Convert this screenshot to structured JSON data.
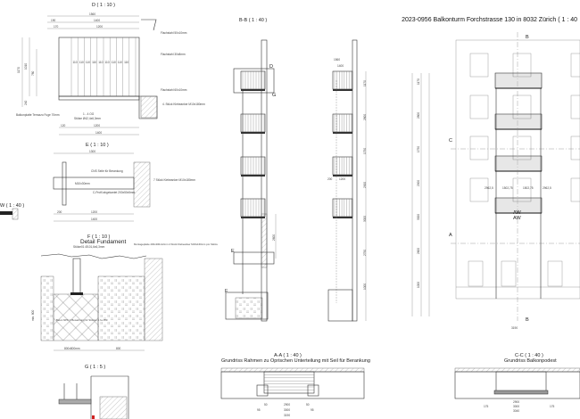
{
  "title": "2023-0956 Balkonturm Forchstrasse 130 in 8032 Zürich ( 1 : 40",
  "details": {
    "D": {
      "label": "D ( 1 : 10 )",
      "dims": [
        "1560",
        "190",
        "1400",
        "170",
        "1200",
        "1170",
        "1010",
        "780",
        "240",
        "120",
        "1200",
        "1400"
      ],
      "spacing": "110",
      "notes": [
        "Flachstahl 50x10mm",
        "Flachstahl 30x8mm",
        "Flachstahl 60x10mm",
        "4. Stück Klebeanker M10x180mm",
        "Balkonplatte Terrazzo Fuge 70mm",
        "1 - 4 OG",
        "Stütze Ø42,4x6,3mm"
      ]
    },
    "E": {
      "label": "E ( 1 : 10 )",
      "dims": [
        "1300",
        "200",
        "1200",
        "1400"
      ],
      "notes": [
        "CNS Seile für Berankung",
        "M10x30mm",
        "C-Profil abgekantet 200x50x5mm",
        "7 Stück Klebeanker M10x180mm"
      ]
    },
    "W": {
      "label": "W ( 1 : 40 )"
    },
    "F": {
      "label": "F ( 1 : 10 )",
      "subtitle": "Detail Fundament",
      "notes": [
        "Stütze01 Ø101,6x6,3mm",
        "Montageplatte 200x200x12mm 4 Stück Klebeanker M16x160mm pro Stütze",
        "Beton NPK C Bewehrung für Stützen s.f.a 150"
      ],
      "dims": [
        "800x800mm",
        "800",
        "min. 800"
      ]
    },
    "G": {
      "label": "G ( 1 : 5 )"
    }
  },
  "section_bb": {
    "label": "B-B ( 1 : 40 )",
    "markers": [
      "D",
      "G",
      "E",
      "F"
    ],
    "dims": [
      "2600",
      "1560",
      "1400",
      "1200",
      "200",
      "1170",
      "2800",
      "1750",
      "2900",
      "3000",
      "2750",
      "1000"
    ]
  },
  "elevation": {
    "markers": [
      "B",
      "B",
      "C",
      "A",
      "AW",
      "AW"
    ],
    "dims": [
      "1170",
      "2800",
      "1750",
      "2900",
      "3000",
      "2600",
      "1000",
      "3190",
      "2962,5",
      "1502,75"
    ]
  },
  "section_aa": {
    "label": "A-A ( 1 : 40 )",
    "subtitle": "Grundriss Rahmen zu Oprischen Unterteilung mit Seil für Berankung",
    "dims": [
      "50",
      "2900",
      "50",
      "3000",
      "95",
      "95",
      "3190"
    ]
  },
  "section_cc": {
    "label": "C-C ( 1 : 40 )",
    "subtitle": "Grundriss Balkonpodest",
    "dims": [
      "2900",
      "3000",
      "3040",
      "175",
      "175"
    ]
  },
  "colors": {
    "line": "#333333",
    "accent_red": "#d02020"
  }
}
